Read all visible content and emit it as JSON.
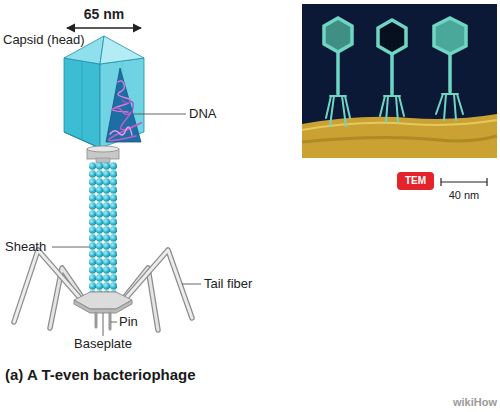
{
  "diagram": {
    "caption": "(a) A T-even bacteriophage",
    "nodes": [
      {
        "text": [
          "TEM"
        ]
      }
    ],
    "labels": [
      "65 nm",
      "Capsid (head)",
      "DNA",
      "Sheath",
      "Tail fiber",
      "Pin",
      "Baseplate",
      "40 nm",
      "wikiHow"
    ]
  }
}
